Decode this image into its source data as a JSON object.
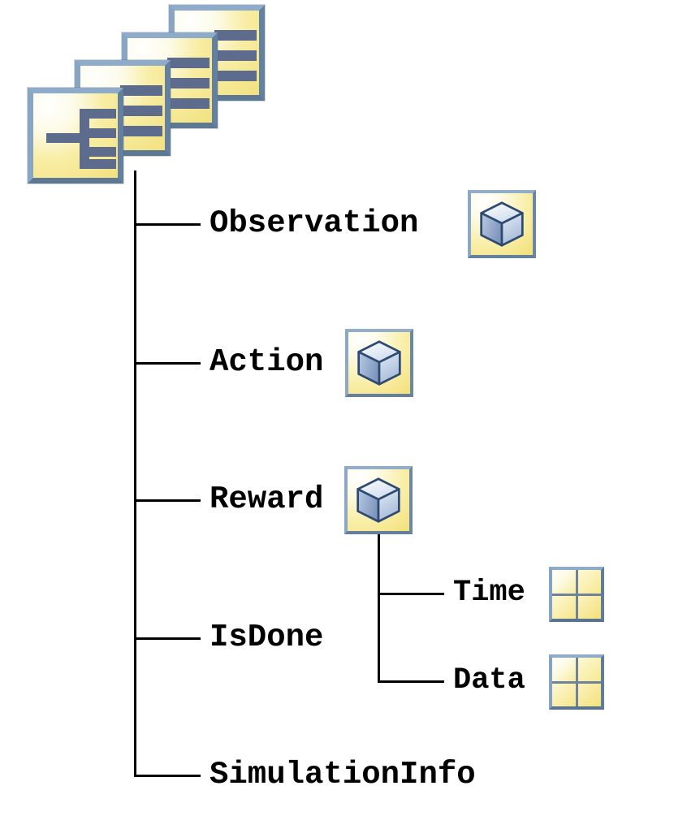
{
  "diagram": {
    "type": "bus-hierarchy-tree",
    "root": {
      "name": "root-bus-stack",
      "icon": "bus-stack-icon",
      "icon_count": 4,
      "label": ""
    },
    "nodes": [
      {
        "id": "observation",
        "label": "Observation",
        "icon": "cube-icon",
        "icon_meaning": "bus-object",
        "depth": 1,
        "children": []
      },
      {
        "id": "action",
        "label": "Action",
        "icon": "cube-icon",
        "icon_meaning": "bus-object",
        "depth": 1,
        "children": []
      },
      {
        "id": "reward",
        "label": "Reward",
        "icon": "cube-icon",
        "icon_meaning": "bus-object",
        "depth": 1,
        "children": [
          {
            "id": "time",
            "label": "Time",
            "icon": "matrix-icon",
            "icon_meaning": "matrix-signal",
            "depth": 2
          },
          {
            "id": "data",
            "label": "Data",
            "icon": "matrix-icon",
            "icon_meaning": "matrix-signal",
            "depth": 2
          }
        ]
      },
      {
        "id": "isdone",
        "label": "IsDone",
        "icon": null,
        "depth": 1,
        "children": []
      },
      {
        "id": "simulationinfo",
        "label": "SimulationInfo",
        "icon": null,
        "depth": 1,
        "children": []
      }
    ]
  },
  "colors": {
    "background": "#ffffff",
    "line": "#000000",
    "icon_frame_blue": "#6d8cb5",
    "icon_fill_yellow": "#f5e98a",
    "bus_bar_slate": "#5d6b8c",
    "cube_face_blue": "#8ea7ce",
    "cube_edge_blue": "#2d4a72",
    "text": "#000000"
  }
}
